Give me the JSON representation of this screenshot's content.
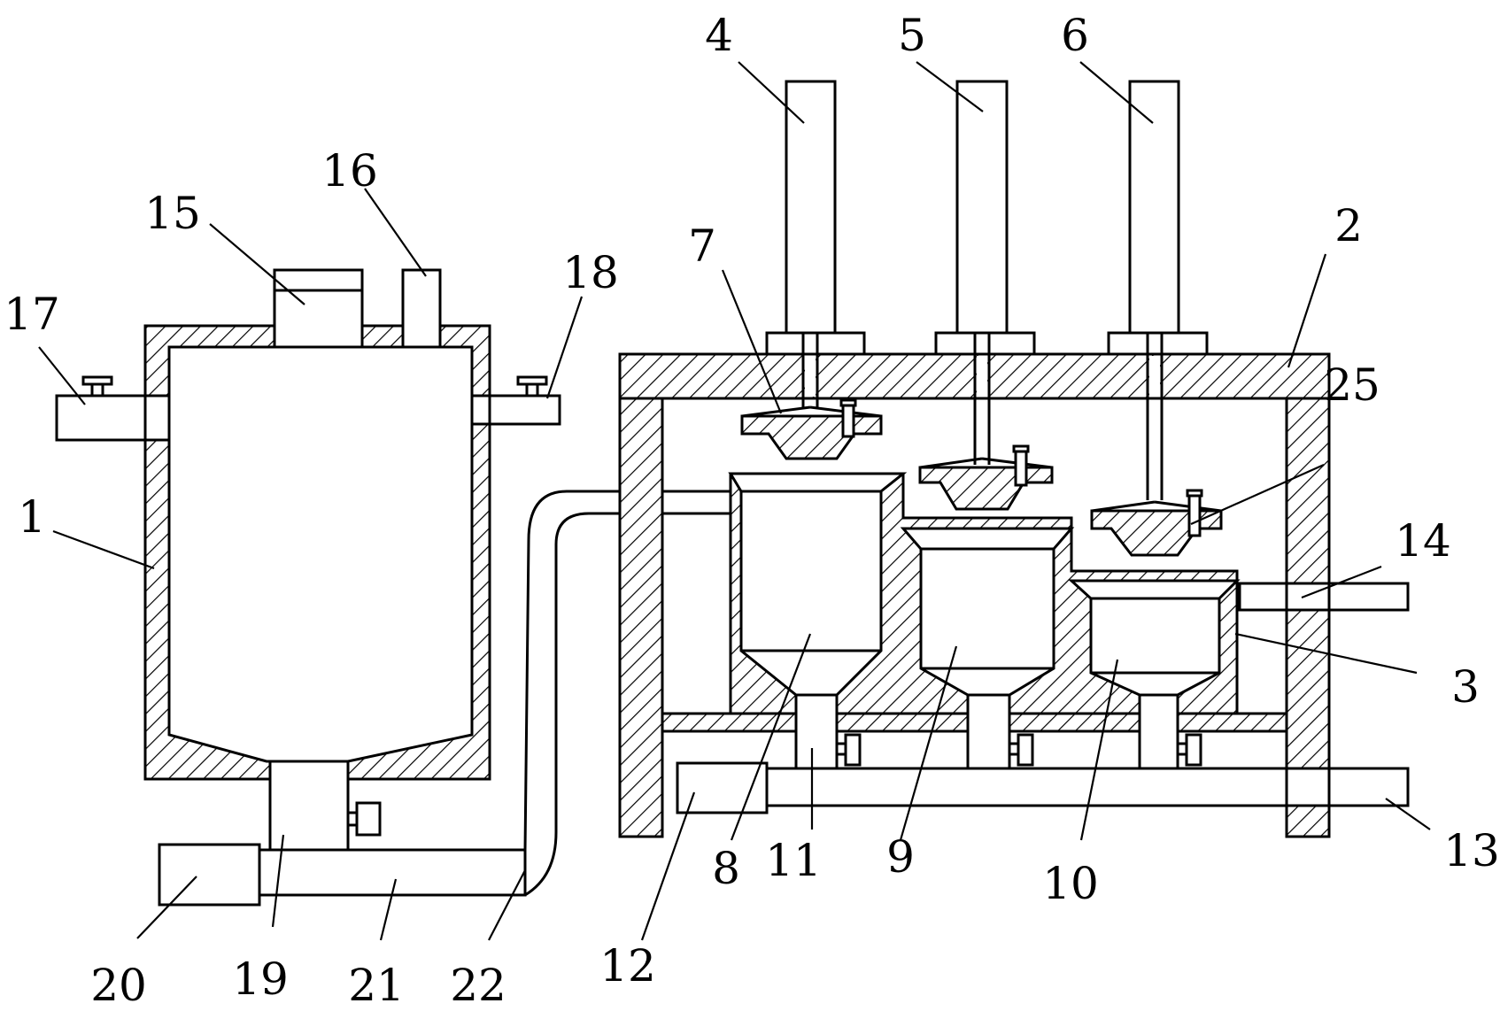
{
  "labels": {
    "n1": "1",
    "n2": "2",
    "n3": "3",
    "n4": "4",
    "n5": "5",
    "n6": "6",
    "n7": "7",
    "n8": "8",
    "n9": "9",
    "n10": "10",
    "n11": "11",
    "n12": "12",
    "n13": "13",
    "n14": "14",
    "n15": "15",
    "n16": "16",
    "n17": "17",
    "n18": "18",
    "n19": "19",
    "n20": "20",
    "n21": "21",
    "n22": "22",
    "n25": "25"
  },
  "colors": {
    "line": "#000000",
    "background": "#ffffff"
  }
}
